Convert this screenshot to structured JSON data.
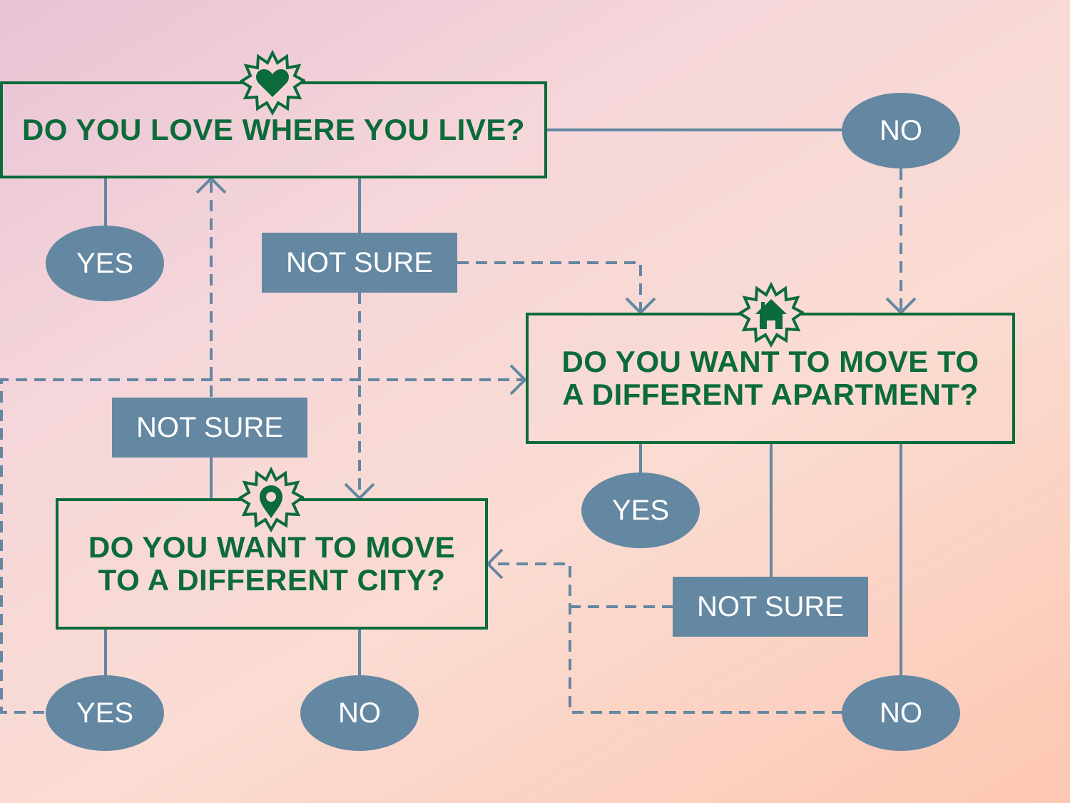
{
  "colors": {
    "green": "#0b6b3a",
    "blue": "#6487a2",
    "text_on_blue": "#ffffff"
  },
  "questions": {
    "q1": {
      "text": "DO YOU LOVE WHERE YOU LIVE?",
      "icon": "heart-icon"
    },
    "q2": {
      "line1": "DO YOU WANT TO MOVE TO",
      "line2": "A DIFFERENT APARTMENT?",
      "icon": "house-icon"
    },
    "q3": {
      "line1": "DO YOU WANT TO MOVE",
      "line2": "TO A DIFFERENT CITY?",
      "icon": "location-pin-icon"
    }
  },
  "answers": {
    "q1_no": "NO",
    "q1_yes": "YES",
    "q1_not_sure": "NOT SURE",
    "q2_yes": "YES",
    "q2_not_sure": "NOT SURE",
    "q2_no": "NO",
    "q3_not_sure": "NOT SURE",
    "q3_yes": "YES",
    "q3_no": "NO"
  }
}
